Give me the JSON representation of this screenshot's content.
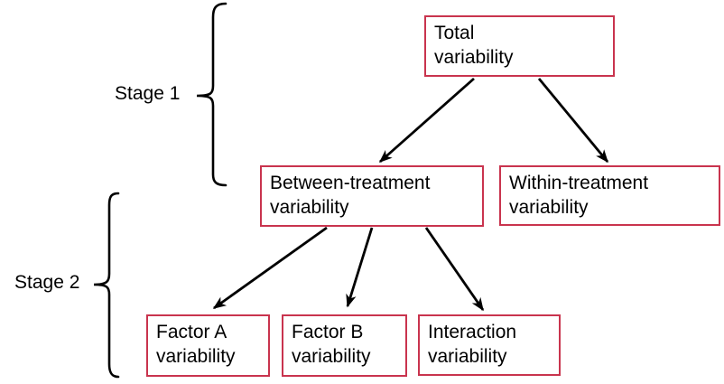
{
  "colors": {
    "box_border": "#c9344e",
    "connector": "#000000",
    "text": "#000000",
    "background": "#ffffff"
  },
  "stages": [
    {
      "label": "Stage 1"
    },
    {
      "label": "Stage 2"
    }
  ],
  "nodes": [
    {
      "id": "total",
      "label": "Total\nvariability"
    },
    {
      "id": "between-treatment",
      "label": "Between-treatment\nvariability"
    },
    {
      "id": "within-treatment",
      "label": "Within-treatment\nvariability"
    },
    {
      "id": "factor-a",
      "label": "Factor A\nvariability"
    },
    {
      "id": "factor-b",
      "label": "Factor B\nvariability"
    },
    {
      "id": "interaction",
      "label": "Interaction\nvariability"
    }
  ],
  "edges": [
    {
      "from": "total",
      "to": "between-treatment"
    },
    {
      "from": "total",
      "to": "within-treatment"
    },
    {
      "from": "between-treatment",
      "to": "factor-a"
    },
    {
      "from": "between-treatment",
      "to": "factor-b"
    },
    {
      "from": "between-treatment",
      "to": "interaction"
    }
  ]
}
